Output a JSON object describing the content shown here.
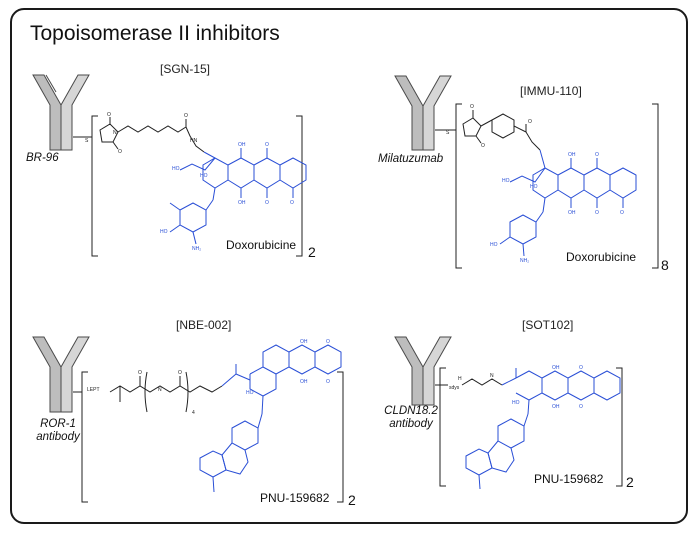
{
  "title": "Topoisomerase II inhibitors",
  "colors": {
    "drug": "#2a4fd6",
    "linker": "#222222",
    "antibody_fill": "#bdbdbd",
    "antibody_stroke": "#4a4a4a"
  },
  "panels": [
    {
      "code": "[SGN-15]",
      "antibody": "BR-96",
      "drug": "Doxorubicine",
      "subscript": "2"
    },
    {
      "code": "[IMMU-110]",
      "antibody": "Milatuzumab",
      "drug": "Doxorubicine",
      "subscript": "8"
    },
    {
      "code": "[NBE-002]",
      "antibody": "ROR-1\nantibody",
      "drug": "PNU-159682",
      "subscript": "2",
      "attachment": "LEPT",
      "repeat": "4"
    },
    {
      "code": "[SOT102]",
      "antibody": "CLDN18.2\nantibody",
      "drug": "PNU-159682",
      "subscript": "2",
      "attachment": "sdys"
    }
  ]
}
